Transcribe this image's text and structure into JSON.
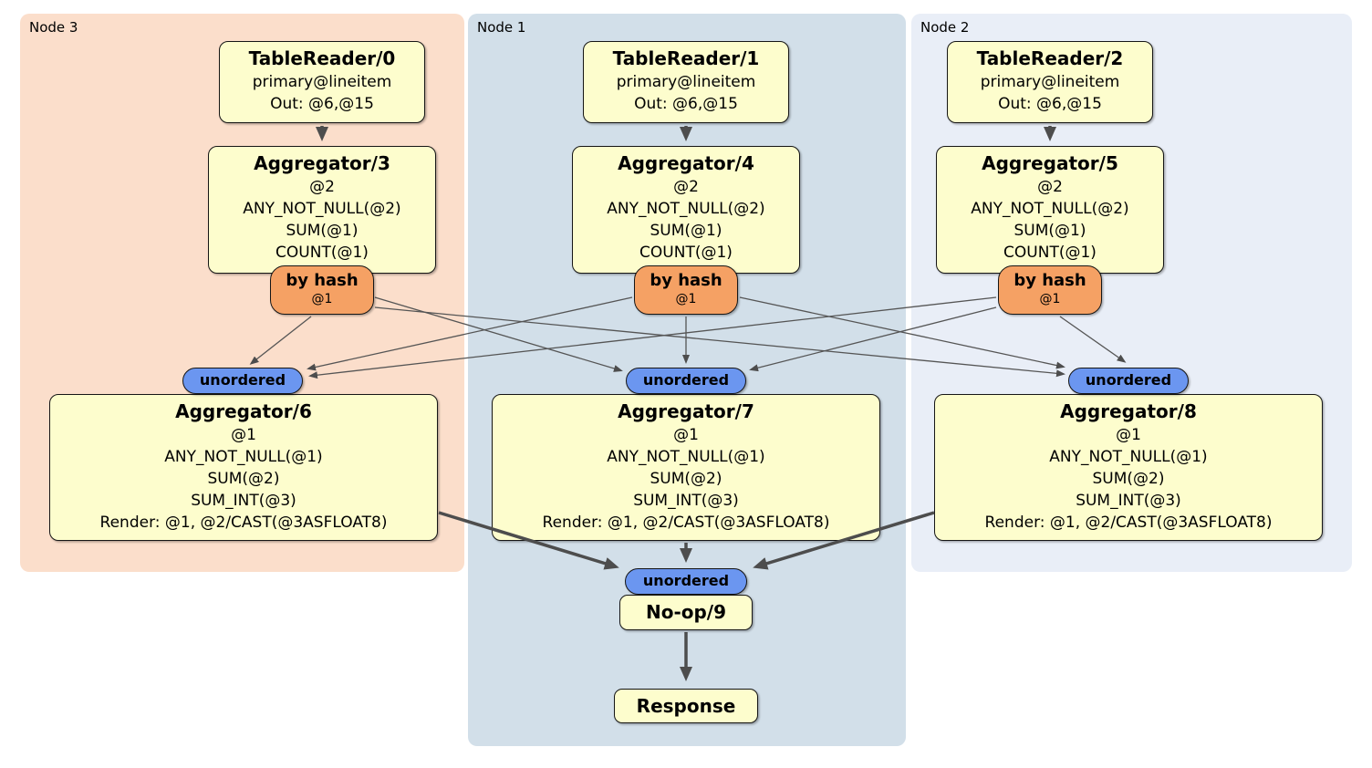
{
  "groups": [
    {
      "label": "Node 3",
      "table_reader": {
        "title": "TableReader/0",
        "lines": [
          "primary@lineitem",
          "Out: @6,@15"
        ]
      },
      "aggregator_top": {
        "title": "Aggregator/3",
        "lines": [
          "@2",
          "ANY_NOT_NULL(@2)",
          "SUM(@1)",
          "COUNT(@1)"
        ]
      },
      "router": {
        "label": "by hash",
        "detail": "@1"
      },
      "stream": {
        "label": "unordered"
      },
      "aggregator_bottom": {
        "title": "Aggregator/6",
        "lines": [
          "@1",
          "ANY_NOT_NULL(@1)",
          "SUM(@2)",
          "SUM_INT(@3)",
          "Render: @1, @2/CAST(@3ASFLOAT8)"
        ]
      }
    },
    {
      "label": "Node 1",
      "table_reader": {
        "title": "TableReader/1",
        "lines": [
          "primary@lineitem",
          "Out: @6,@15"
        ]
      },
      "aggregator_top": {
        "title": "Aggregator/4",
        "lines": [
          "@2",
          "ANY_NOT_NULL(@2)",
          "SUM(@1)",
          "COUNT(@1)"
        ]
      },
      "router": {
        "label": "by hash",
        "detail": "@1"
      },
      "stream": {
        "label": "unordered"
      },
      "aggregator_bottom": {
        "title": "Aggregator/7",
        "lines": [
          "@1",
          "ANY_NOT_NULL(@1)",
          "SUM(@2)",
          "SUM_INT(@3)",
          "Render: @1, @2/CAST(@3ASFLOAT8)"
        ]
      }
    },
    {
      "label": "Node 2",
      "table_reader": {
        "title": "TableReader/2",
        "lines": [
          "primary@lineitem",
          "Out: @6,@15"
        ]
      },
      "aggregator_top": {
        "title": "Aggregator/5",
        "lines": [
          "@2",
          "ANY_NOT_NULL(@2)",
          "SUM(@1)",
          "COUNT(@1)"
        ]
      },
      "router": {
        "label": "by hash",
        "detail": "@1"
      },
      "stream": {
        "label": "unordered"
      },
      "aggregator_bottom": {
        "title": "Aggregator/8",
        "lines": [
          "@1",
          "ANY_NOT_NULL(@1)",
          "SUM(@2)",
          "SUM_INT(@3)",
          "Render: @1, @2/CAST(@3ASFLOAT8)"
        ]
      }
    }
  ],
  "final_stage": {
    "stream": {
      "label": "unordered"
    },
    "noop": {
      "title": "No-op/9"
    },
    "response": {
      "title": "Response"
    }
  },
  "colors": {
    "node3_bg": "#fbdecb",
    "node1_bg": "#d2dfe9",
    "node2_bg": "#e9eef7",
    "processor_bg": "#fdfdcd",
    "router_bg": "#f5a164",
    "stream_bg": "#6b96f0",
    "edge_color": "#4d4d4d"
  }
}
